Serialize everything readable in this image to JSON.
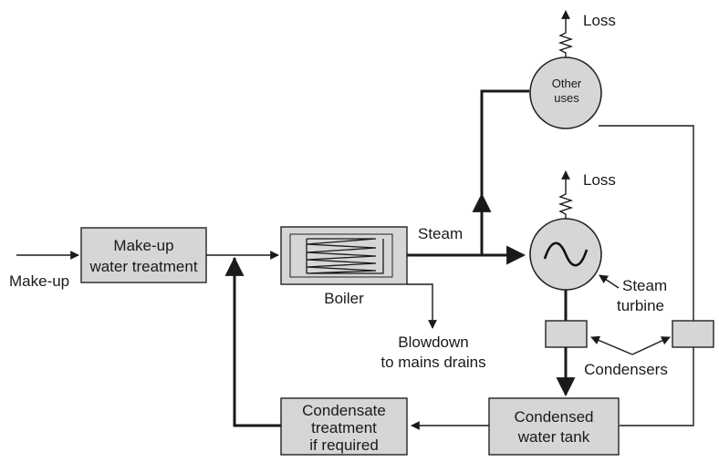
{
  "labels": {
    "makeup_in": "Make-up",
    "makeup_box": [
      "Make-up",
      "water treatment"
    ],
    "boiler": "Boiler",
    "steam": "Steam",
    "blowdown": [
      "Blowdown",
      "to mains drains"
    ],
    "other_uses": [
      "Other",
      "uses"
    ],
    "loss_top": "Loss",
    "loss_turbine": "Loss",
    "steam_turbine": [
      "Steam",
      "turbine"
    ],
    "condensers": "Condensers",
    "condensed_tank": [
      "Condensed",
      "water tank"
    ],
    "condensate_treatment": [
      "Condensate",
      "treatment",
      "if required"
    ]
  }
}
